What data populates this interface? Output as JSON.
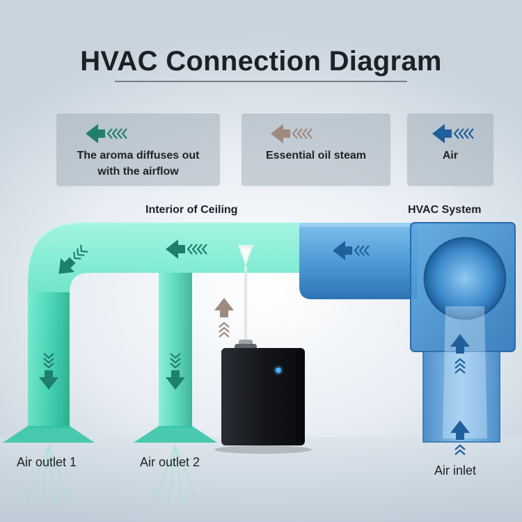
{
  "title": "HVAC Connection Diagram",
  "legend": [
    {
      "line1": "The aroma diffuses out",
      "line2": "with the airflow",
      "color": "#1f7f6e"
    },
    {
      "line1": "Essential oil steam",
      "line2": "",
      "color": "#a0897e"
    },
    {
      "line1": "Air",
      "line2": "",
      "color": "#1f5f9c"
    }
  ],
  "labels": {
    "interior_ceiling": "Interior of Ceiling",
    "hvac_system": "HVAC System",
    "air_outlet_1": "Air outlet 1",
    "air_outlet_2": "Air outlet 2",
    "air_inlet": "Air inlet"
  },
  "colors": {
    "aroma_pipe": "#3fd8b8",
    "hvac_duct": "#4a9ad6",
    "machine": "#15171b",
    "indicator": "#4db3ff"
  }
}
